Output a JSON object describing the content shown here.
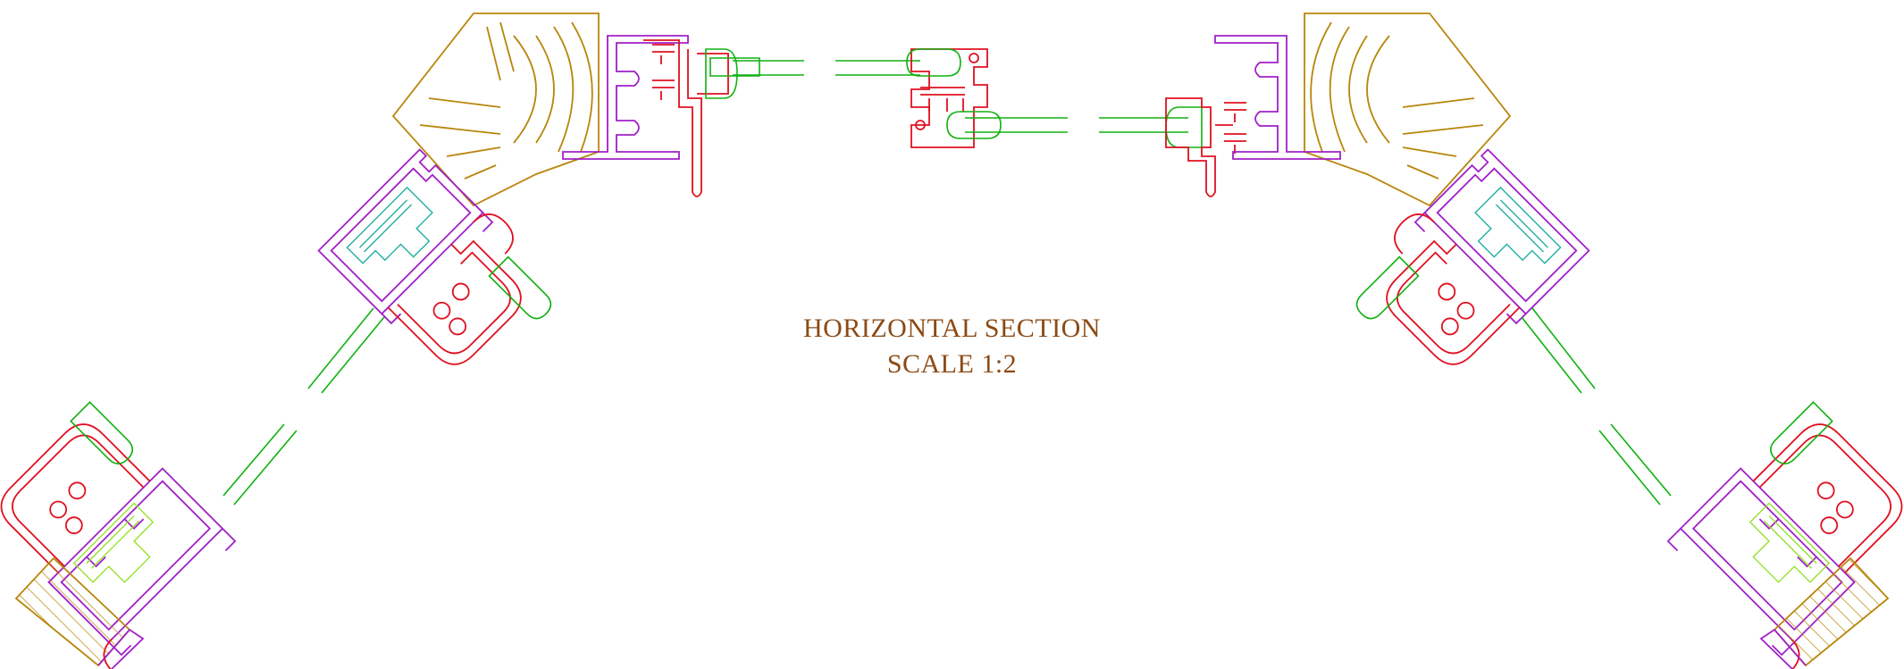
{
  "drawing": {
    "title_line_1": "HORIZONTAL SECTION",
    "title_line_2": "SCALE 1:2",
    "colors": {
      "text": "#8B4A14",
      "timber": "#B8860B",
      "outer_frame": "#A020C8",
      "inner_frame": "#E01020",
      "glazing": "#10B010",
      "gasket": "#20B0A0",
      "insert": "#90E020"
    },
    "components": [
      "timber-post",
      "outer-aluminium-profile",
      "inner-aluminium-profile",
      "glass-pane",
      "glazing-gasket",
      "thermal-break",
      "timber-sill-block"
    ]
  }
}
